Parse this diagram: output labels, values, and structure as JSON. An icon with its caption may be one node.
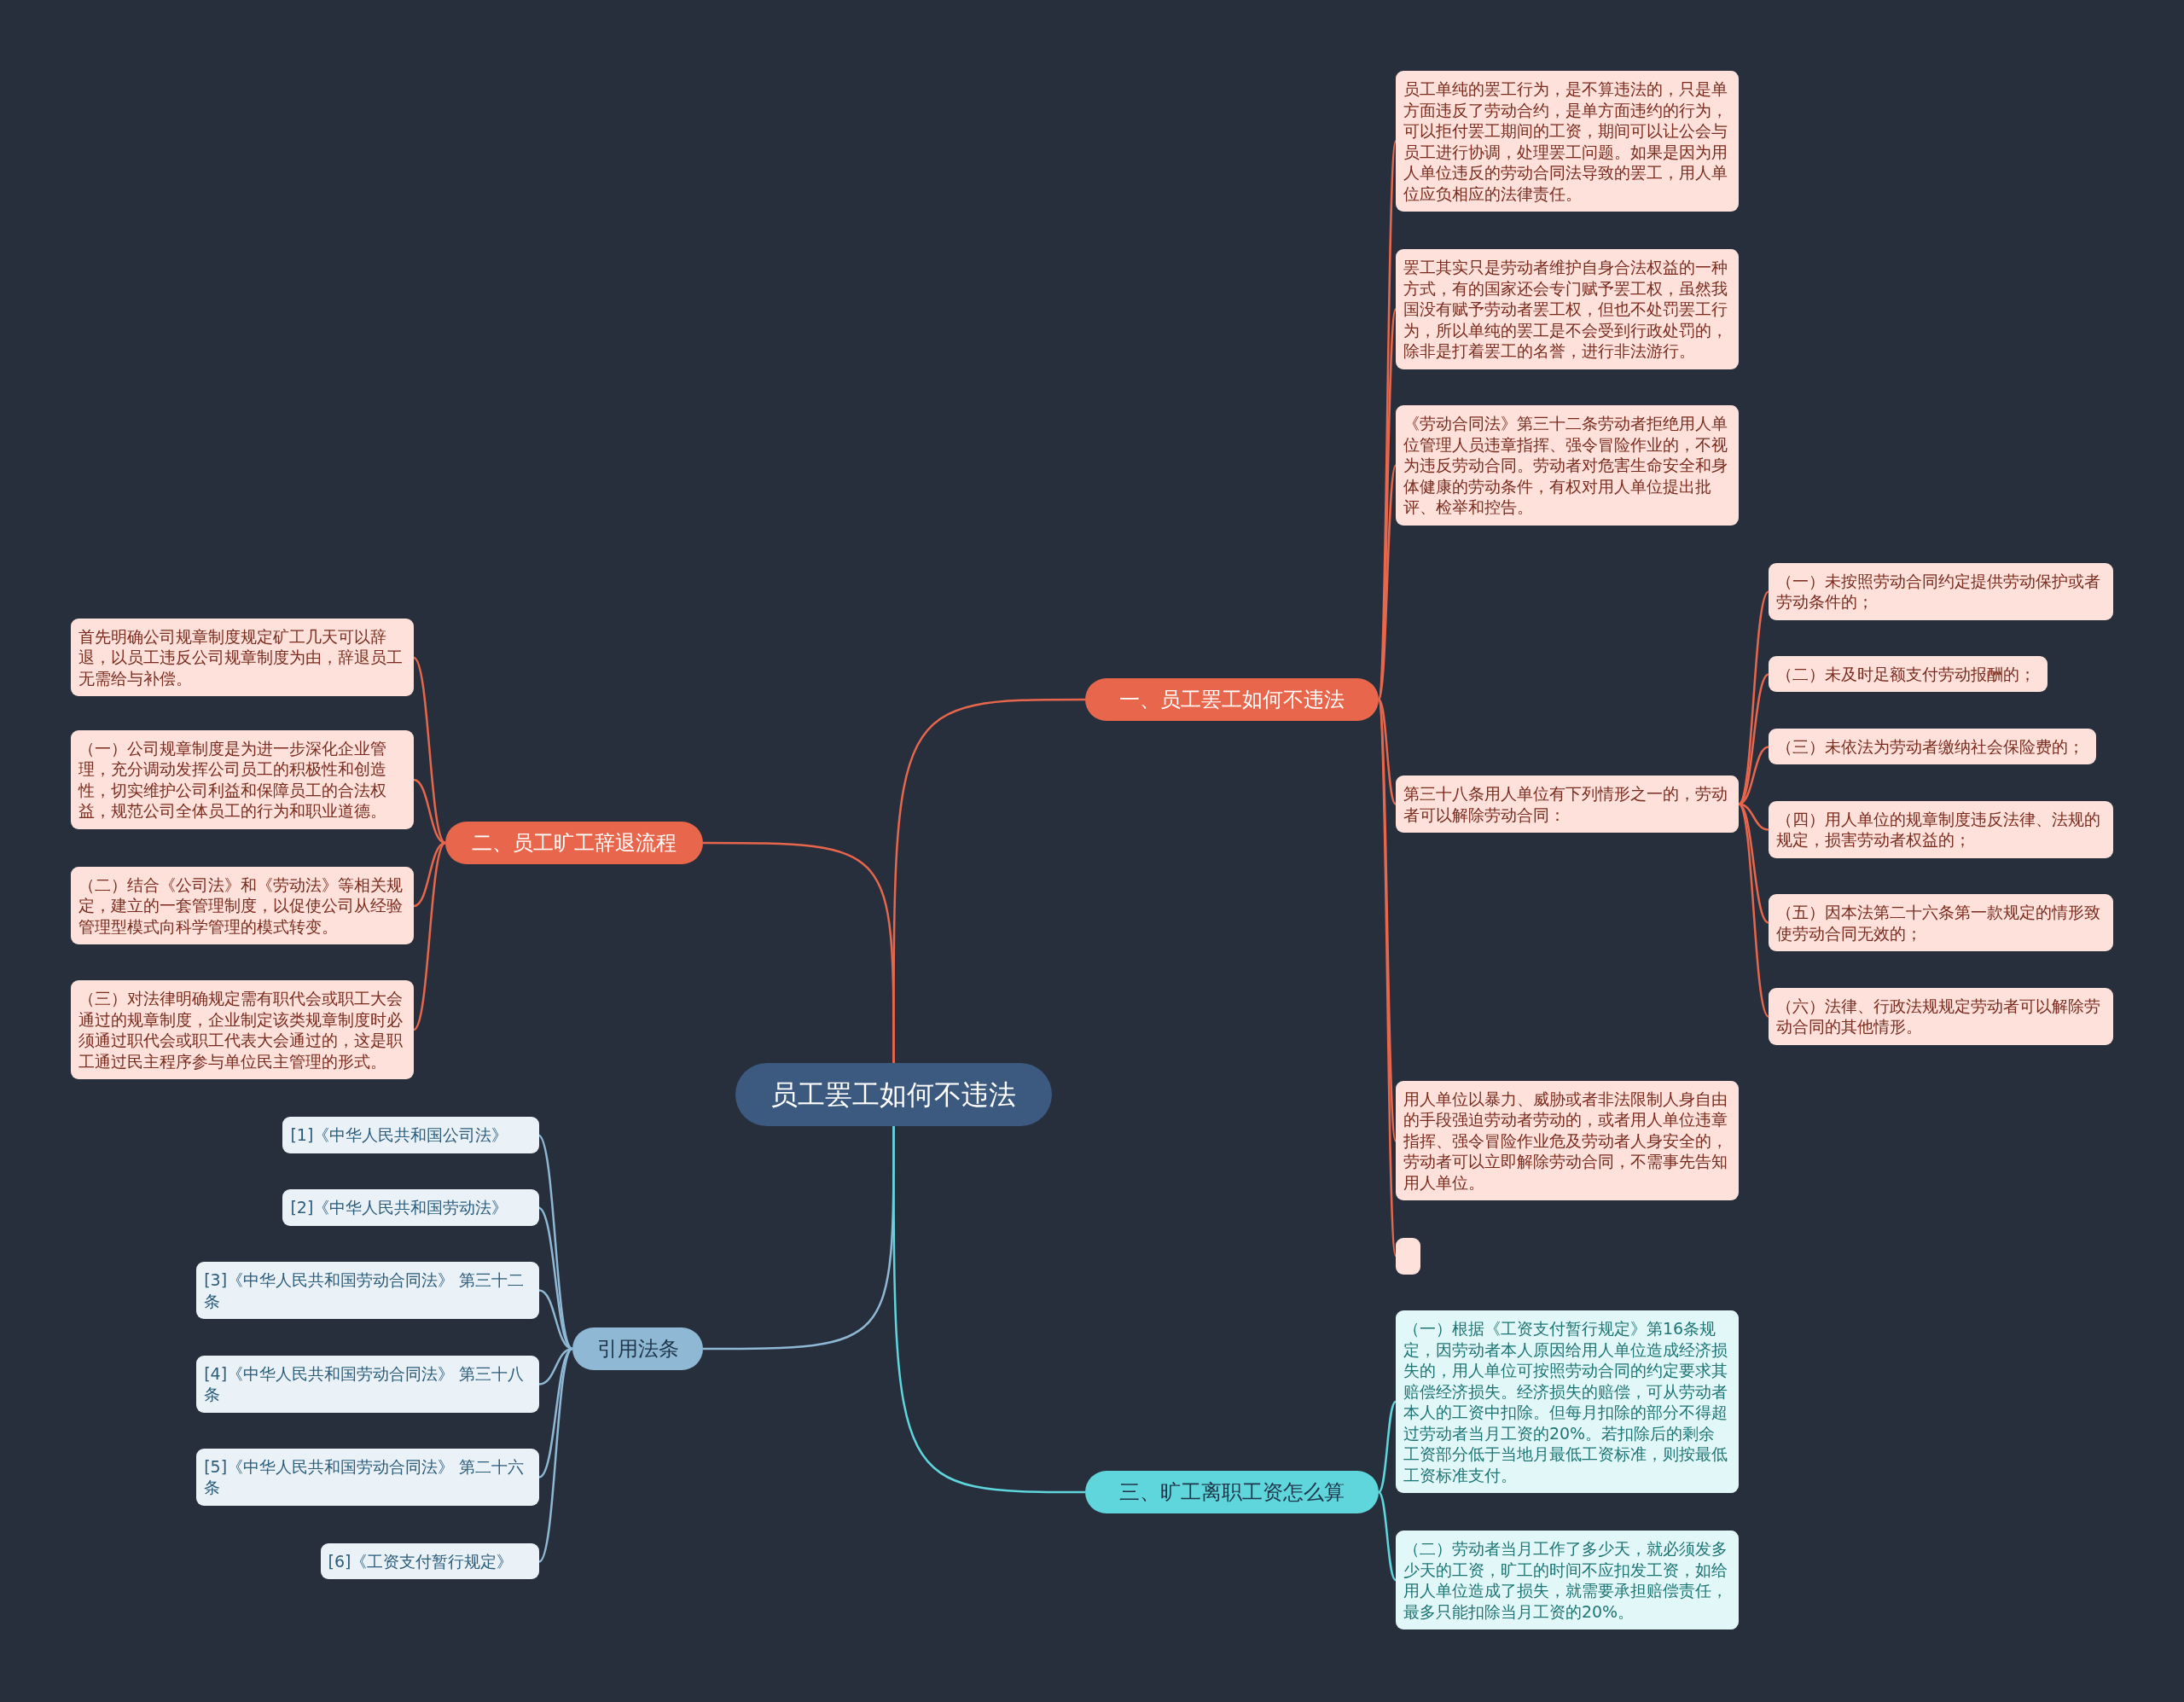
{
  "diagram": {
    "nodes": [
      {
        "text": [
          "员工罢工如何不违法"
        ]
      },
      {
        "text": [
          "一、员工罢工如何不违法"
        ]
      },
      {
        "text": [
          "员工单纯的罢工行为，是不算违法的，只是单方面违反了劳动合约，是单方面违约的行为，可以拒付罢工期间的工资，期间可以让公会与员工进行协调，处理罢工问题。如果是因为用人单位违反的劳动合同法导致的罢工，用人单位应负相应的法律责任。"
        ]
      },
      {
        "text": [
          "罢工其实只是劳动者维护自身合法权益的一种方式，有的国家还会专门赋予罢工权，虽然我国没有赋予劳动者罢工权，但也不处罚罢工行为，所以单纯的罢工是不会受到行政处罚的，除非是打着罢工的名誉，进行非法游行。"
        ]
      },
      {
        "text": [
          "《劳动合同法》第三十二条劳动者拒绝用人单位管理人员违章指挥、强令冒险作业的，不视为违反劳动合同。劳动者对危害生命安全和身体健康的劳动条件，有权对用人单位提出批评、检举和控告。"
        ]
      },
      {
        "text": [
          "第三十八条用人单位有下列情形之一的，劳动者可以解除劳动合同："
        ]
      },
      {
        "text": [
          "（一）未按照劳动合同约定提供劳动保护或者劳动条件的；"
        ]
      },
      {
        "text": [
          "（二）未及时足额支付劳动报酬的；"
        ]
      },
      {
        "text": [
          "（三）未依法为劳动者缴纳社会保险费的；"
        ]
      },
      {
        "text": [
          "（四）用人单位的规章制度违反法律、法规的规定，损害劳动者权益的；"
        ]
      },
      {
        "text": [
          "（五）因本法第二十六条第一款规定的情形致使劳动合同无效的；"
        ]
      },
      {
        "text": [
          "（六）法律、行政法规规定劳动者可以解除劳动合同的其他情形。"
        ]
      },
      {
        "text": [
          "用人单位以暴力、威胁或者非法限制人身自由的手段强迫劳动者劳动的，或者用人单位违章指挥、强令冒险作业危及劳动者人身安全的，劳动者可以立即解除劳动合同，不需事先告知用人单位。"
        ]
      },
      {
        "text": [],
        "shape": "box"
      },
      {
        "text": [
          "二、员工旷工辞退流程"
        ]
      },
      {
        "text": [
          "首先明确公司规章制度规定矿工几天可以辞退，以员工违反公司规章制度为由，辞退员工无需给与补偿。"
        ]
      },
      {
        "text": [
          "（一）公司规章制度是为进一步深化企业管理，充分调动发挥公司员工的积极性和创造性，切实维护公司利益和保障员工的合法权益，规范公司全体员工的行为和职业道德。"
        ]
      },
      {
        "text": [
          "（二）结合《公司法》和《劳动法》等相关规定，建立的一套管理制度，以促使公司从经验管理型模式向科学管理的模式转变。"
        ]
      },
      {
        "text": [
          "（三）对法律明确规定需有职代会或职工大会通过的规章制度，企业制定该类规章制度时必须通过职代会或职工代表大会通过的，这是职工通过民主程序参与单位民主管理的形式。"
        ]
      },
      {
        "text": [
          "引用法条"
        ]
      },
      {
        "text": [
          "[1]《中华人民共和国公司法》"
        ]
      },
      {
        "text": [
          "[2]《中华人民共和国劳动法》"
        ]
      },
      {
        "text": [
          "[3]《中华人民共和国劳动合同法》 第三十二条"
        ]
      },
      {
        "text": [
          "[4]《中华人民共和国劳动合同法》 第三十八条"
        ]
      },
      {
        "text": [
          "[5]《中华人民共和国劳动合同法》 第二十六条"
        ]
      },
      {
        "text": [
          "[6]《工资支付暂行规定》"
        ]
      },
      {
        "text": [
          "三、旷工离职工资怎么算"
        ]
      },
      {
        "text": [
          "（一）根据《工资支付暂行规定》第16条规定，因劳动者本人原因给用人单位造成经济损失的，用人单位可按照劳动合同的约定要求其赔偿经济损失。经济损失的赔偿，可从劳动者本人的工资中扣除。但每月扣除的部分不得超过劳动者当月工资的20%。若扣除后的剩余工资部分低于当地月最低工资标准，则按最低工资标准支付。"
        ]
      },
      {
        "text": [
          "（二）劳动者当月工作了多少天，就必须发多少天的工资，旷工的时间不应扣发工资，如给用人单位造成了损失，就需要承担赔偿责任，最多只能扣除当月工资的20%。"
        ]
      }
    ],
    "edges": [
      {
        "from": 0,
        "to": 1,
        "arrow": "none"
      },
      {
        "from": 1,
        "to": 2,
        "arrow": "none"
      },
      {
        "from": 1,
        "to": 3,
        "arrow": "none"
      },
      {
        "from": 1,
        "to": 4,
        "arrow": "none"
      },
      {
        "from": 1,
        "to": 5,
        "arrow": "none"
      },
      {
        "from": 5,
        "to": 6,
        "arrow": "none"
      },
      {
        "from": 5,
        "to": 7,
        "arrow": "none"
      },
      {
        "from": 5,
        "to": 8,
        "arrow": "none"
      },
      {
        "from": 5,
        "to": 9,
        "arrow": "none"
      },
      {
        "from": 5,
        "to": 10,
        "arrow": "none"
      },
      {
        "from": 5,
        "to": 11,
        "arrow": "none"
      },
      {
        "from": 1,
        "to": 12,
        "arrow": "none"
      },
      {
        "from": 1,
        "to": 13,
        "arrow": "none"
      },
      {
        "from": 0,
        "to": 14,
        "arrow": "none"
      },
      {
        "from": 14,
        "to": 15,
        "arrow": "none"
      },
      {
        "from": 14,
        "to": 16,
        "arrow": "none"
      },
      {
        "from": 14,
        "to": 17,
        "arrow": "none"
      },
      {
        "from": 14,
        "to": 18,
        "arrow": "none"
      },
      {
        "from": 0,
        "to": 19,
        "arrow": "none",
        "color": "#8fb8d4"
      },
      {
        "from": 19,
        "to": 20,
        "arrow": "none",
        "color": "#8fb8d4"
      },
      {
        "from": 19,
        "to": 21,
        "arrow": "none",
        "color": "#8fb8d4"
      },
      {
        "from": 19,
        "to": 22,
        "arrow": "none",
        "color": "#8fb8d4"
      },
      {
        "from": 19,
        "to": 23,
        "arrow": "none",
        "color": "#8fb8d4"
      },
      {
        "from": 19,
        "to": 24,
        "arrow": "none",
        "color": "#8fb8d4"
      },
      {
        "from": 19,
        "to": 25,
        "arrow": "none",
        "color": "#8fb8d4"
      },
      {
        "from": 0,
        "to": 26,
        "arrow": "none",
        "color": "#5fd6dc"
      },
      {
        "from": 26,
        "to": 27,
        "arrow": "none",
        "color": "#5fd6dc"
      },
      {
        "from": 26,
        "to": 28,
        "arrow": "none",
        "color": "#5fd6dc"
      }
    ]
  }
}
